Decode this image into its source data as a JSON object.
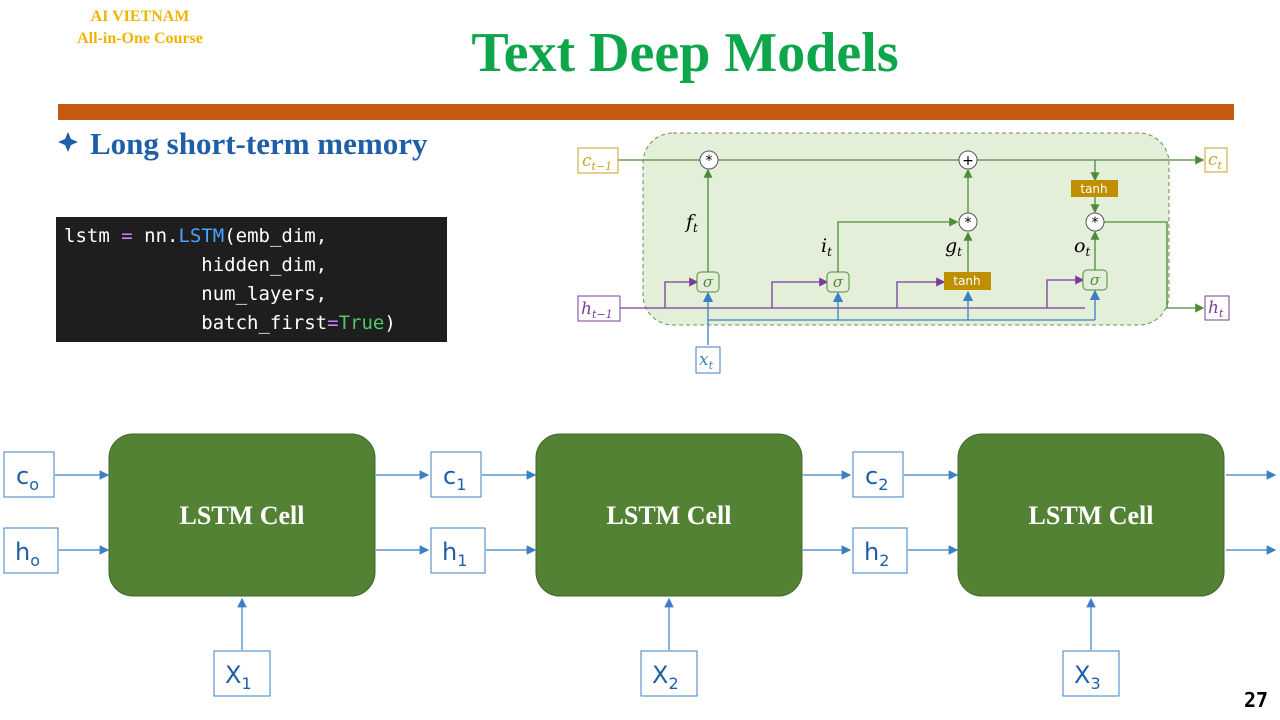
{
  "header": {
    "brand_line1": "AI VIETNAM",
    "brand_line2": "All-in-One Course",
    "title": "Text Deep Models"
  },
  "section": {
    "bullet_icon": "diamond-bullet-icon",
    "subtitle": "Long short-term memory"
  },
  "code": {
    "line1": {
      "var": "lstm",
      "eq": "=",
      "mod": "nn.",
      "fn": "LSTM",
      "arg": "(emb_dim,"
    },
    "line2": "hidden_dim,",
    "line3": "num_layers,",
    "line4": {
      "arg": "batch_first",
      "eq": "=",
      "kw": "True",
      "close": ")"
    }
  },
  "lstm_diagram": {
    "inputs": {
      "c_prev": "c",
      "c_prev_sub": "t−1",
      "h_prev": "h",
      "h_prev_sub": "t−1",
      "x": "x",
      "x_sub": "t"
    },
    "outputs": {
      "c": "c",
      "c_sub": "t",
      "h": "h",
      "h_sub": "t"
    },
    "gates": {
      "f": "f",
      "f_sub": "t",
      "i": "i",
      "i_sub": "t",
      "g": "g",
      "g_sub": "t",
      "o": "o",
      "o_sub": "t",
      "sigma": "σ",
      "mult": "*",
      "plus": "+",
      "tanh": "tanh"
    }
  },
  "chain": {
    "cells": [
      "LSTM Cell",
      "LSTM Cell",
      "LSTM Cell"
    ],
    "c_labels": [
      {
        "base": "c",
        "sub": "o"
      },
      {
        "base": "c",
        "sub": "1"
      },
      {
        "base": "c",
        "sub": "2"
      }
    ],
    "h_labels": [
      {
        "base": "h",
        "sub": "o"
      },
      {
        "base": "h",
        "sub": "1"
      },
      {
        "base": "h",
        "sub": "2"
      }
    ],
    "x_labels": [
      {
        "base": "X",
        "sub": "1"
      },
      {
        "base": "X",
        "sub": "2"
      },
      {
        "base": "X",
        "sub": "3"
      }
    ]
  },
  "colors": {
    "title": "#0ea64a",
    "brand": "#f2b400",
    "rule": "#c55a11",
    "subtitle": "#1f5fa8",
    "cell_fill": "#548235",
    "flow_blue": "#3b7fc4",
    "cell_state": "#c9a227",
    "hidden": "#7a3c9a",
    "gate_green": "#4e8a3a",
    "tanh_fill": "#bf8f00",
    "panel": "#e3efd9"
  },
  "page_number": "27"
}
